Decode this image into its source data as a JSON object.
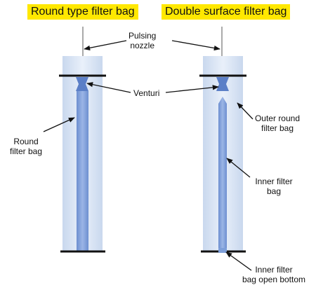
{
  "titles": {
    "left": "Round type filter bag",
    "right": "Double surface filter bag"
  },
  "labels": {
    "pulsing_nozzle": [
      "Pulsing",
      "nozzle"
    ],
    "venturi": "Venturi",
    "round_filter_bag": [
      "Round",
      "filter bag"
    ],
    "outer_round_filter_bag": [
      "Outer round",
      "filter bag"
    ],
    "inner_filter_bag": [
      "Inner filter",
      "bag"
    ],
    "inner_filter_bag_open_bottom": [
      "Inner filter",
      "bag open bottom"
    ]
  },
  "colors": {
    "title_bg": "#ffe800",
    "bag_fill": "#dde8f6",
    "inner_fill": "#7e9fd9",
    "venturi_fill": "#5b7fc7"
  }
}
